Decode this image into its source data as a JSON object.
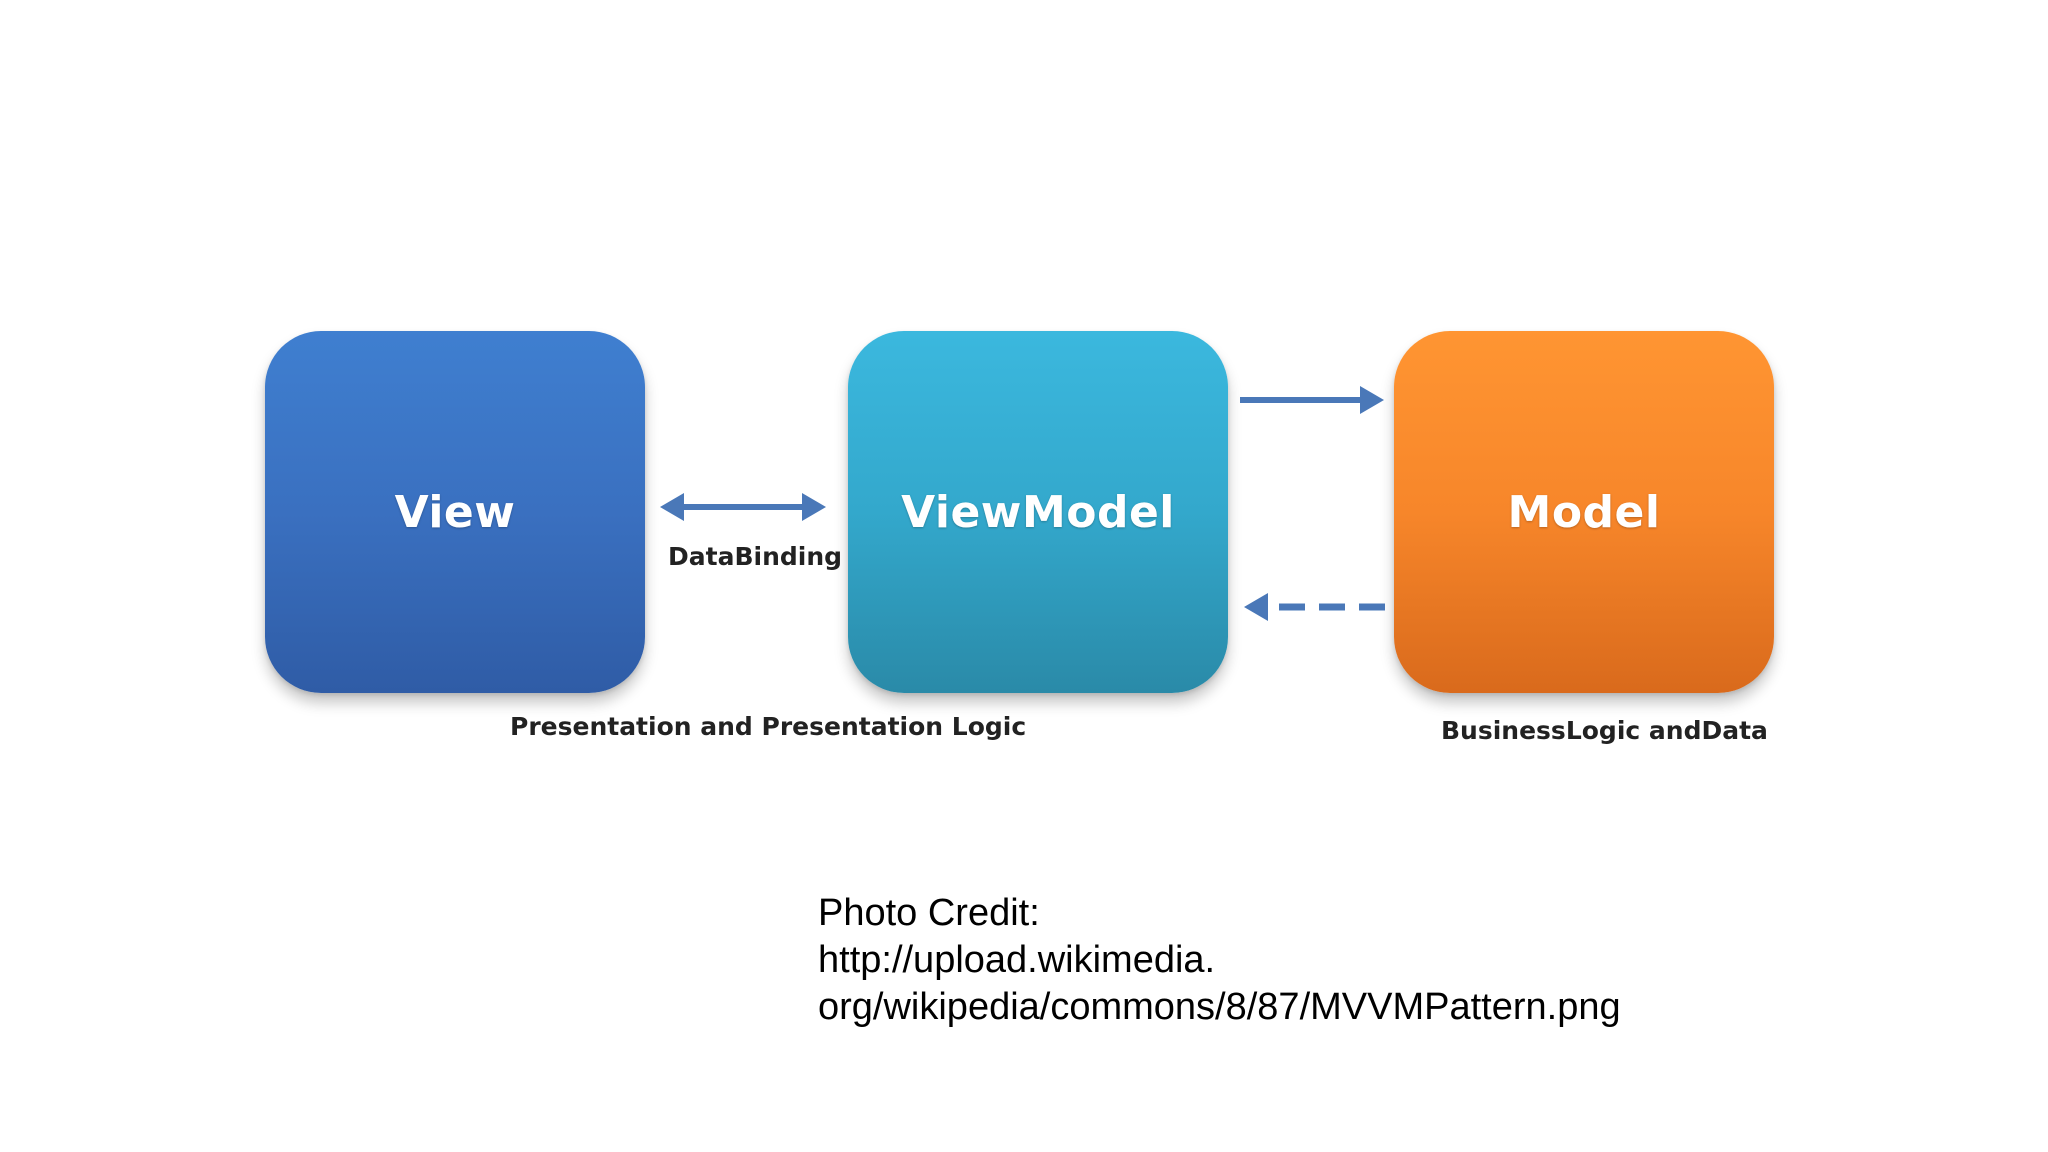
{
  "diagram": {
    "boxes": {
      "view": {
        "label": "View",
        "color": "#3a70c0"
      },
      "viewmodel": {
        "label": "ViewModel",
        "color": "#33a8cc"
      },
      "model": {
        "label": "Model",
        "color": "#f7862a"
      }
    },
    "captions": {
      "databinding": "DataBinding",
      "presentation": "Presentation and Presentation Logic",
      "business": "BusinessLogic andData"
    },
    "arrow_color": "#4a78b8"
  },
  "credit": {
    "line1": "Photo Credit:",
    "line2": "http://upload.wikimedia.",
    "line3": "org/wikipedia/commons/8/87/MVVMPattern.png"
  }
}
